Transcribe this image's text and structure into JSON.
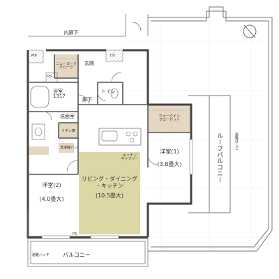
{
  "labels": {
    "corridor": "内廊下",
    "entrance": "玄関",
    "new_york_closet": "ニューヨーク\nクローク",
    "mb": "MB",
    "ds": "DS",
    "ps": "PS",
    "ps_lower": "PS",
    "toilet": "トイレ",
    "hallway": "廊下",
    "bath": "浴室\n1317",
    "washroom": "洗面室",
    "linen_cupboard": "リネン庫",
    "washer_pan": "洗濯機パン",
    "walkin_closet": "ウォークイン\nクローゼット",
    "kitchen_gallery": "キッチン\nギャラリー",
    "ldk_name": "リビング・ダイニング\n・キッチン",
    "ldk_size": "(10.5畳大)",
    "room1_name": "洋室(1)",
    "room1_size": "(3.8畳大)",
    "room2_name": "洋室(2)",
    "room2_size": "(4.0畳大)",
    "roof_balcony": "ルーフバルコニー",
    "balcony": "バルコニー",
    "fire_equipment": "避難はしご",
    "fire_hatch": "避難ハッチ"
  },
  "colors": {
    "ldk_floor": "#ddd7a6",
    "closet_floor": "#e6d7c3",
    "hatch": "#d8d8d8",
    "wall": "#444444",
    "line": "#777777",
    "grid": "#efefef"
  },
  "icons": {
    "north": "north-arrow-icon"
  }
}
